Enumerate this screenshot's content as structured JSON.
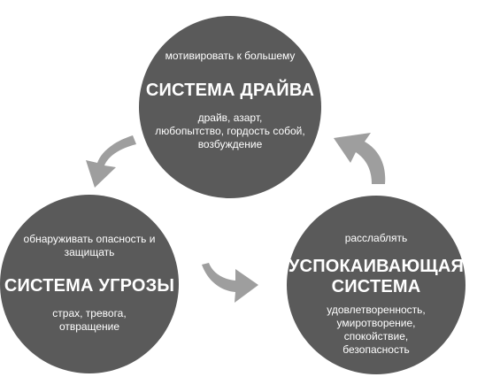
{
  "colors": {
    "circle": "#5a5a5a",
    "arrow": "#9e9e9e",
    "text": "#ffffff"
  },
  "drive": {
    "top": "мотивировать к большему",
    "title": "СИСТЕМА ДРАЙВА",
    "lines": [
      "драйв, азарт,",
      "любопытство, гордость собой,",
      "возбуждение"
    ]
  },
  "threat": {
    "top": [
      "обнаруживать опасность и",
      "защищать"
    ],
    "title": "СИСТЕМА УГРОЗЫ",
    "lines": [
      "страх, тревога,",
      "отвращение"
    ]
  },
  "soothing": {
    "top": "расслаблять",
    "title": [
      "УСПОКАИВАЮЩАЯ",
      "СИСТЕМА"
    ],
    "lines": [
      "удовлетворенность,",
      "умиротворение,",
      "спокойствие,",
      "безопасность"
    ]
  }
}
